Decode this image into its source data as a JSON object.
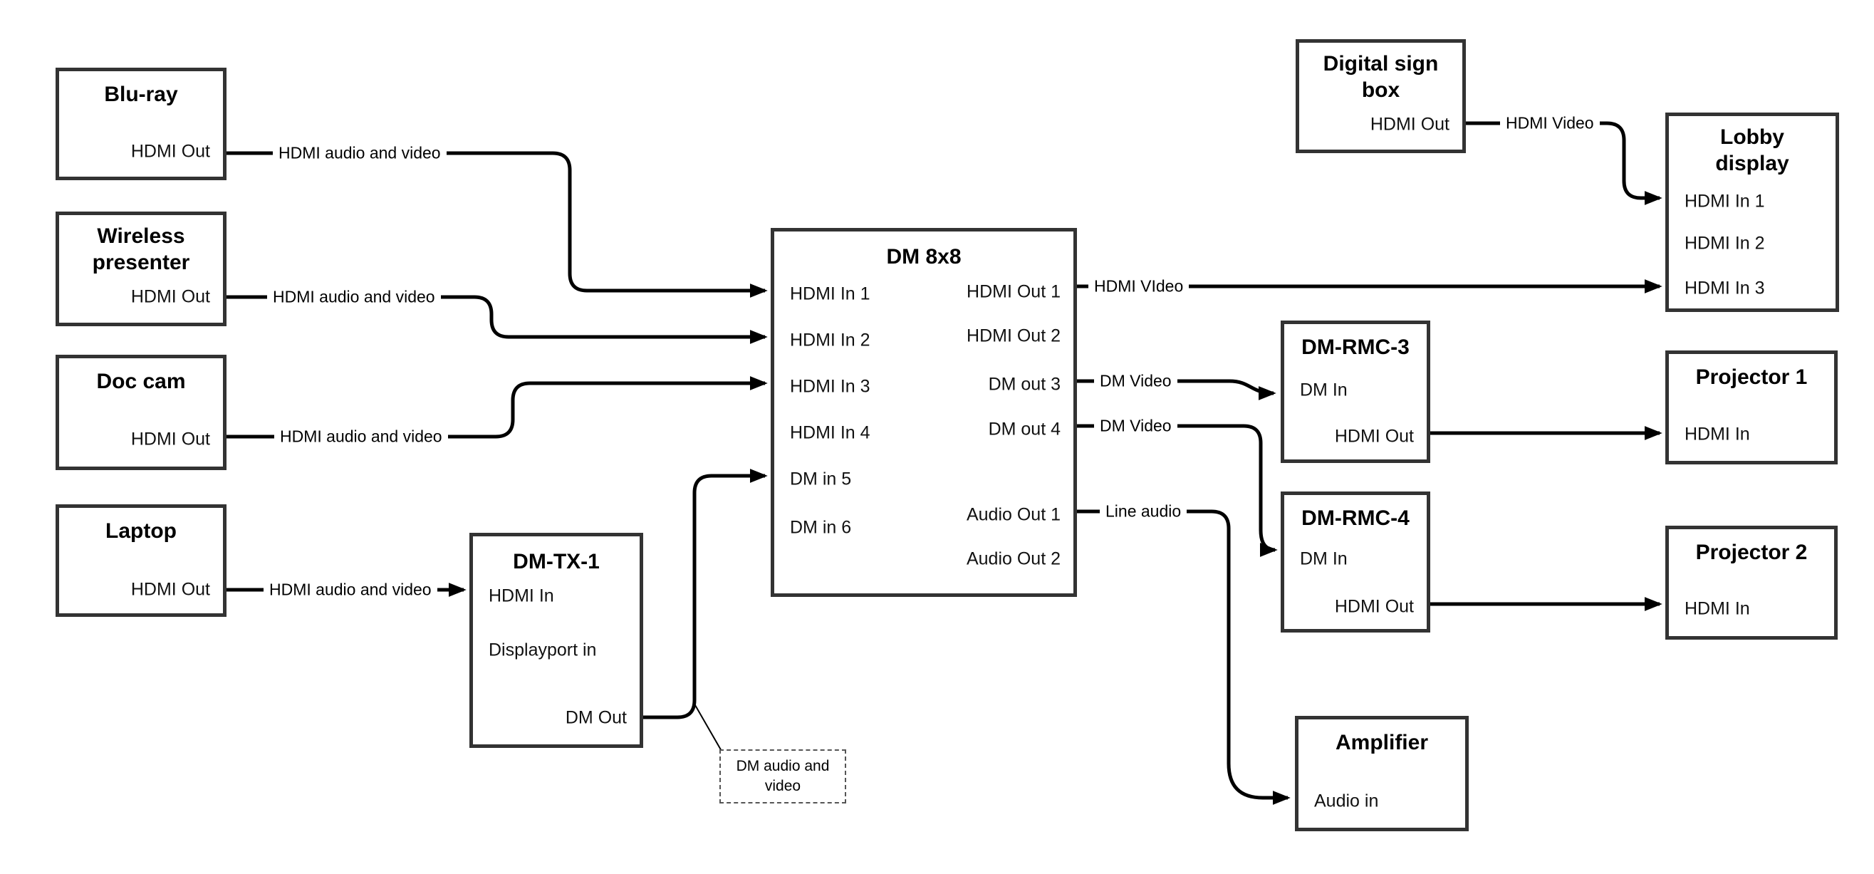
{
  "diagram": {
    "colors": {
      "wire": "#000000",
      "box_border": "#333333",
      "background": "#ffffff",
      "text": "#000000"
    },
    "nodes": {
      "bluray": {
        "title": "Blu-ray",
        "hdmi_out": "HDMI Out"
      },
      "wireless": {
        "title": "Wireless presenter",
        "hdmi_out": "HDMI Out"
      },
      "doccam": {
        "title": "Doc cam",
        "hdmi_out": "HDMI Out"
      },
      "laptop": {
        "title": "Laptop",
        "hdmi_out": "HDMI Out"
      },
      "dmtx1": {
        "title": "DM-TX-1",
        "hdmi_in": "HDMI In",
        "displayport_in": "Displayport in",
        "dm_out": "DM Out"
      },
      "dm8x8": {
        "title": "DM 8x8",
        "hdmi_in_1": "HDMI In 1",
        "hdmi_in_2": "HDMI In 2",
        "hdmi_in_3": "HDMI In 3",
        "hdmi_in_4": "HDMI In 4",
        "dm_in_5": "DM in 5",
        "dm_in_6": "DM in 6",
        "hdmi_out_1": "HDMI Out 1",
        "hdmi_out_2": "HDMI Out 2",
        "dm_out_3": "DM out 3",
        "dm_out_4": "DM out 4",
        "audio_out_1": "Audio Out 1",
        "audio_out_2": "Audio Out 2"
      },
      "signbox": {
        "title": "Digital sign box",
        "hdmi_out": "HDMI Out"
      },
      "lobby": {
        "title": "Lobby display",
        "hdmi_in_1": "HDMI In 1",
        "hdmi_in_2": "HDMI In 2",
        "hdmi_in_3": "HDMI In 3"
      },
      "dmrmc3": {
        "title": "DM-RMC-3",
        "dm_in": "DM In",
        "hdmi_out": "HDMI Out"
      },
      "dmrmc4": {
        "title": "DM-RMC-4",
        "dm_in": "DM In",
        "hdmi_out": "HDMI Out"
      },
      "proj1": {
        "title": "Projector 1",
        "hdmi_in": "HDMI In"
      },
      "proj2": {
        "title": "Projector 2",
        "hdmi_in": "HDMI In"
      },
      "amp": {
        "title": "Amplifier",
        "audio_in": "Audio in"
      }
    },
    "links": {
      "bluray_link": "HDMI audio and video",
      "wireless_link": "HDMI audio and video",
      "doccam_link": "HDMI audio and video",
      "laptop_link": "HDMI audio and video",
      "hdmi_out1_link": "HDMI VIdeo",
      "sign_link": "HDMI Video",
      "dm_out3_link": "DM Video",
      "dm_out4_link": "DM Video",
      "audio_out1_link": "Line audio",
      "callout": "DM audio and video"
    }
  }
}
